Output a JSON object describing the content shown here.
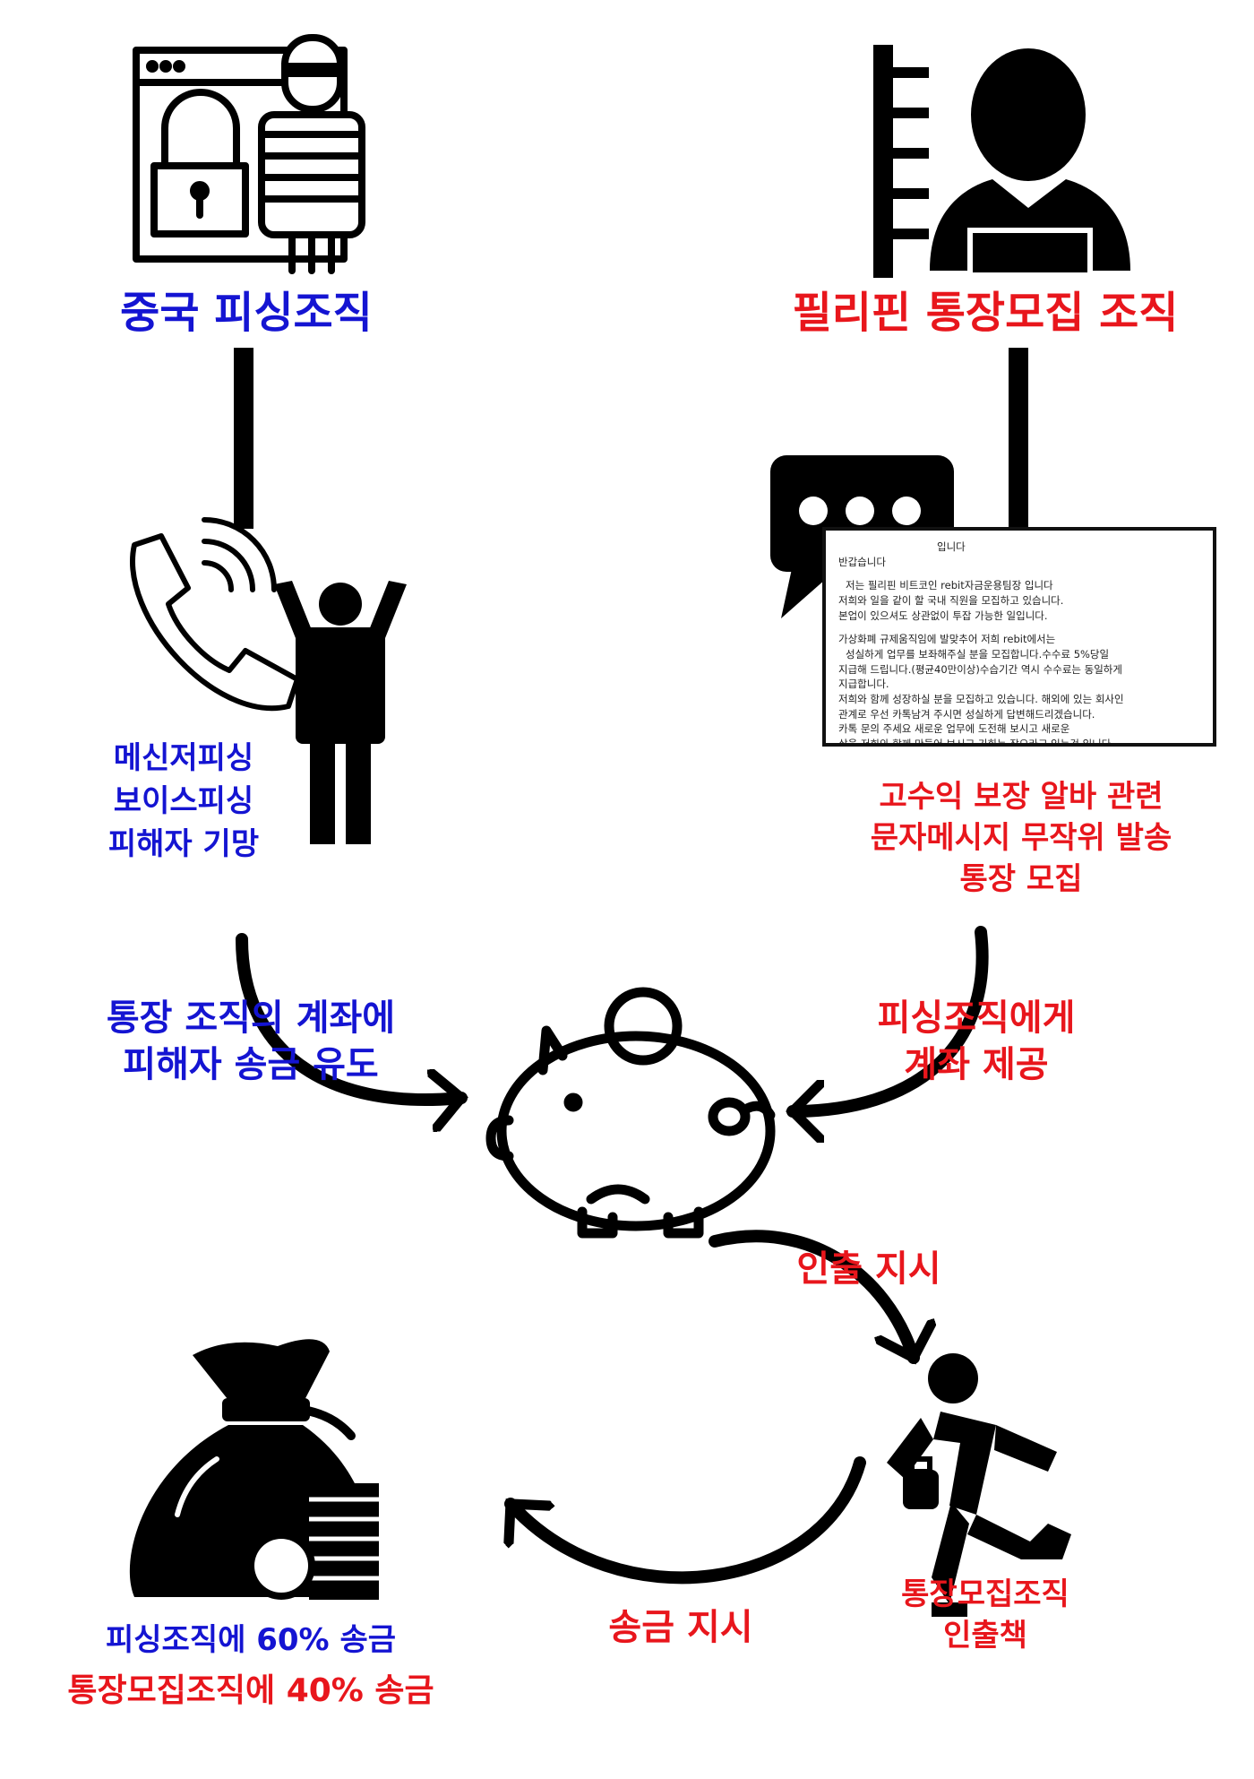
{
  "nodes": {
    "phishing_org": {
      "label": "중국 피싱조직",
      "color": "#1414d2"
    },
    "account_org": {
      "label": "필리핀 통장모집 조직",
      "color": "#e8161c"
    },
    "victim": {
      "lines": [
        "메신저피싱",
        "보이스피싱",
        "피해자 기망"
      ]
    },
    "recruit": {
      "lines": [
        "고수익 보장 알바 관련",
        "문자메시지 무작위 발송",
        "통장 모집"
      ]
    },
    "withdrawer": {
      "lines": [
        "통장모집조직",
        "인출책"
      ]
    },
    "split": {
      "line1": "피싱조직에 60% 송금",
      "line2": "통장모집조직에 40% 송금"
    }
  },
  "edges": {
    "induce": {
      "lines": [
        "통장 조직의 계좌에",
        "피해자 송금 유도"
      ]
    },
    "provide": {
      "lines": [
        "피싱조직에게",
        "계좌 제공"
      ]
    },
    "withdraw": {
      "label": "인출 지시"
    },
    "remit": {
      "label": "송금 지시"
    }
  },
  "message": {
    "lines": [
      "입니다",
      "반갑습니다",
      "",
      "저는 필리핀 비트코인 rebit자금운용팀장 입니다",
      "저희와 일을 같이 할 국내 직원을 모집하고 있습니다.",
      "본업이 있으셔도 상관없이 투잡 가능한 일입니다.",
      "",
      "가상화폐 규제움직임에 발맞추어 저희 rebit에서는",
      "성실하게 업무를 보좌해주실 분을 모집합니다.수수료 5%당일",
      "지급해 드립니다.(평균40만이상)수습기간 역시 수수료는 동일하게",
      "지급합니다.",
      "저희와 함께 성장하실 분을 모집하고 있습니다. 해외에 있는 회사인",
      "관계로 우선 카톡남겨 주시면 성실하게 답변해드리겠습니다.",
      "카톡 문의 주세요 새로운 업무에 도전해 보시고 새로운",
      "삶을 저희와 함께 만들어 보시고 기회는 잡으라고 있는것 입니다."
    ]
  },
  "icons": [
    "hacker-icon",
    "mugshot-icon",
    "phone-icon",
    "person-arms-up-icon",
    "chat-bubble-icon",
    "piggy-bank-icon",
    "runner-icon",
    "money-bag-icon"
  ]
}
